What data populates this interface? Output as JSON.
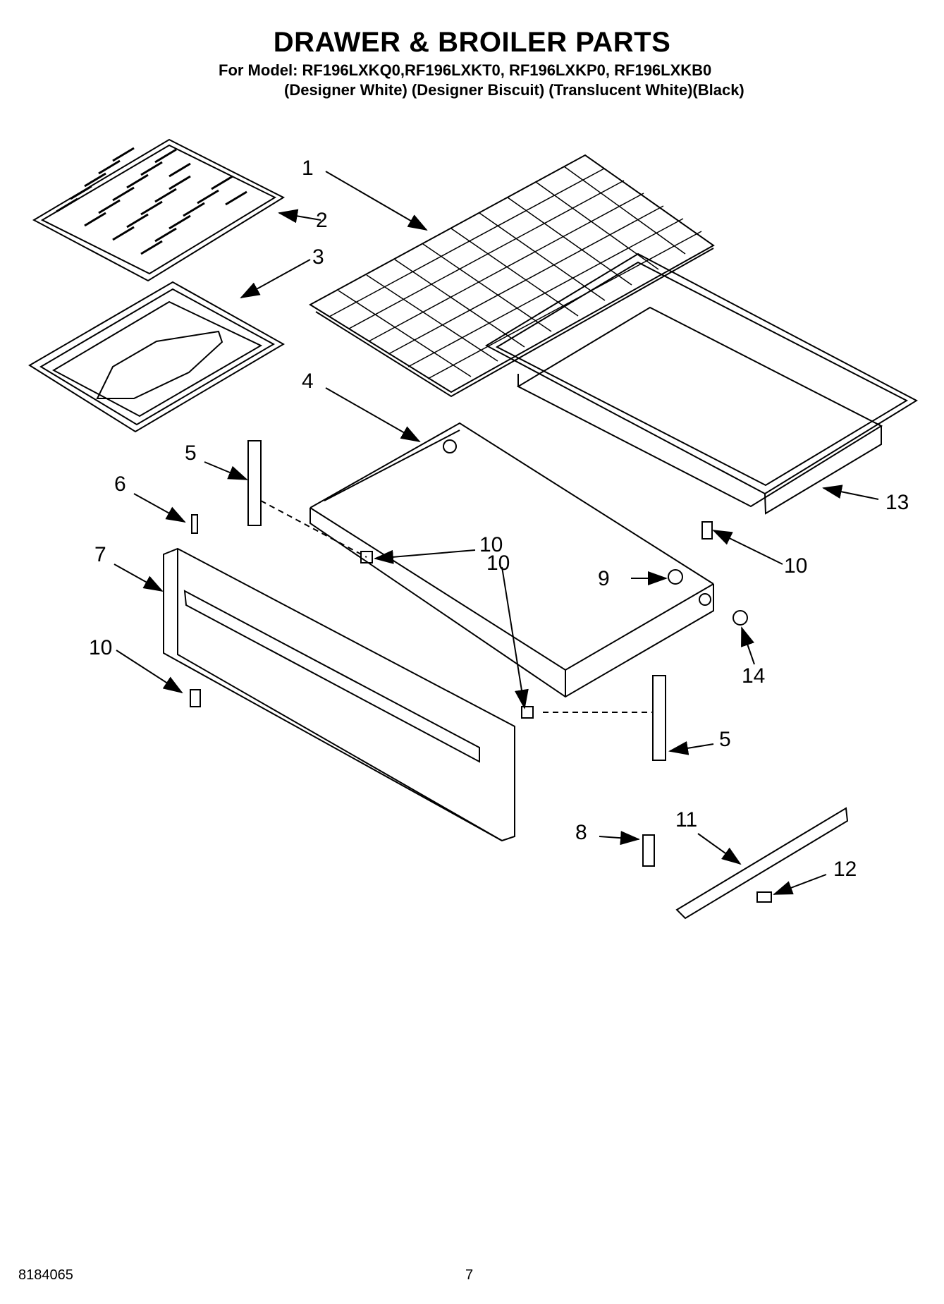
{
  "header": {
    "title": "DRAWER & BROILER PARTS",
    "model_line": "For Model: RF196LXKQ0,RF196LXKT0, RF196LXKP0, RF196LXKB0",
    "color_line": "(Designer White) (Designer Biscuit) (Translucent White)(Black)"
  },
  "callouts": [
    "1",
    "2",
    "3",
    "4",
    "5",
    "6",
    "7",
    "10",
    "10",
    "9",
    "10",
    "13",
    "14",
    "5",
    "8",
    "11",
    "12",
    "10"
  ],
  "footer": {
    "doc_number": "8184065",
    "page_number": "7"
  }
}
